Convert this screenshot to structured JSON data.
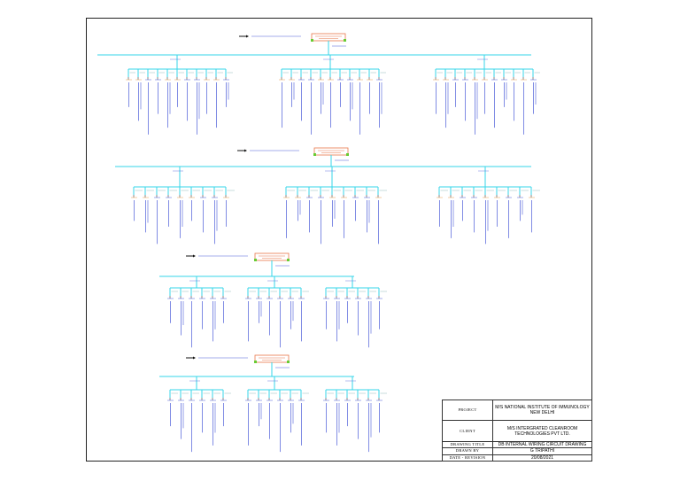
{
  "title_block": {
    "project_label": "PROJECT",
    "project_value": "M/S NATIONAL INSTITUTE OF IMMUNOLOGY NEW DELHI",
    "client_label": "CLIENT",
    "client_value": "M/S INTERGRATED CLEANROOM TECHNOLOGIES PVT LTD.",
    "drawing_title_label": "DRAWING TITLE",
    "drawing_title_value": "DB INTERNAL WIRING CIRCUIT DRAWING",
    "drawn_by_label": "DRAWN BY",
    "drawn_by_value": "G TRIPATHI",
    "date_label": "DATE - REVISION",
    "date_value": "20/08/2021"
  },
  "colors": {
    "bus": "#35d6e8",
    "header_box": "#e8764a",
    "label_blue": "#4a5bd8",
    "label_orange": "#e89a4a",
    "frame": "#222222"
  }
}
